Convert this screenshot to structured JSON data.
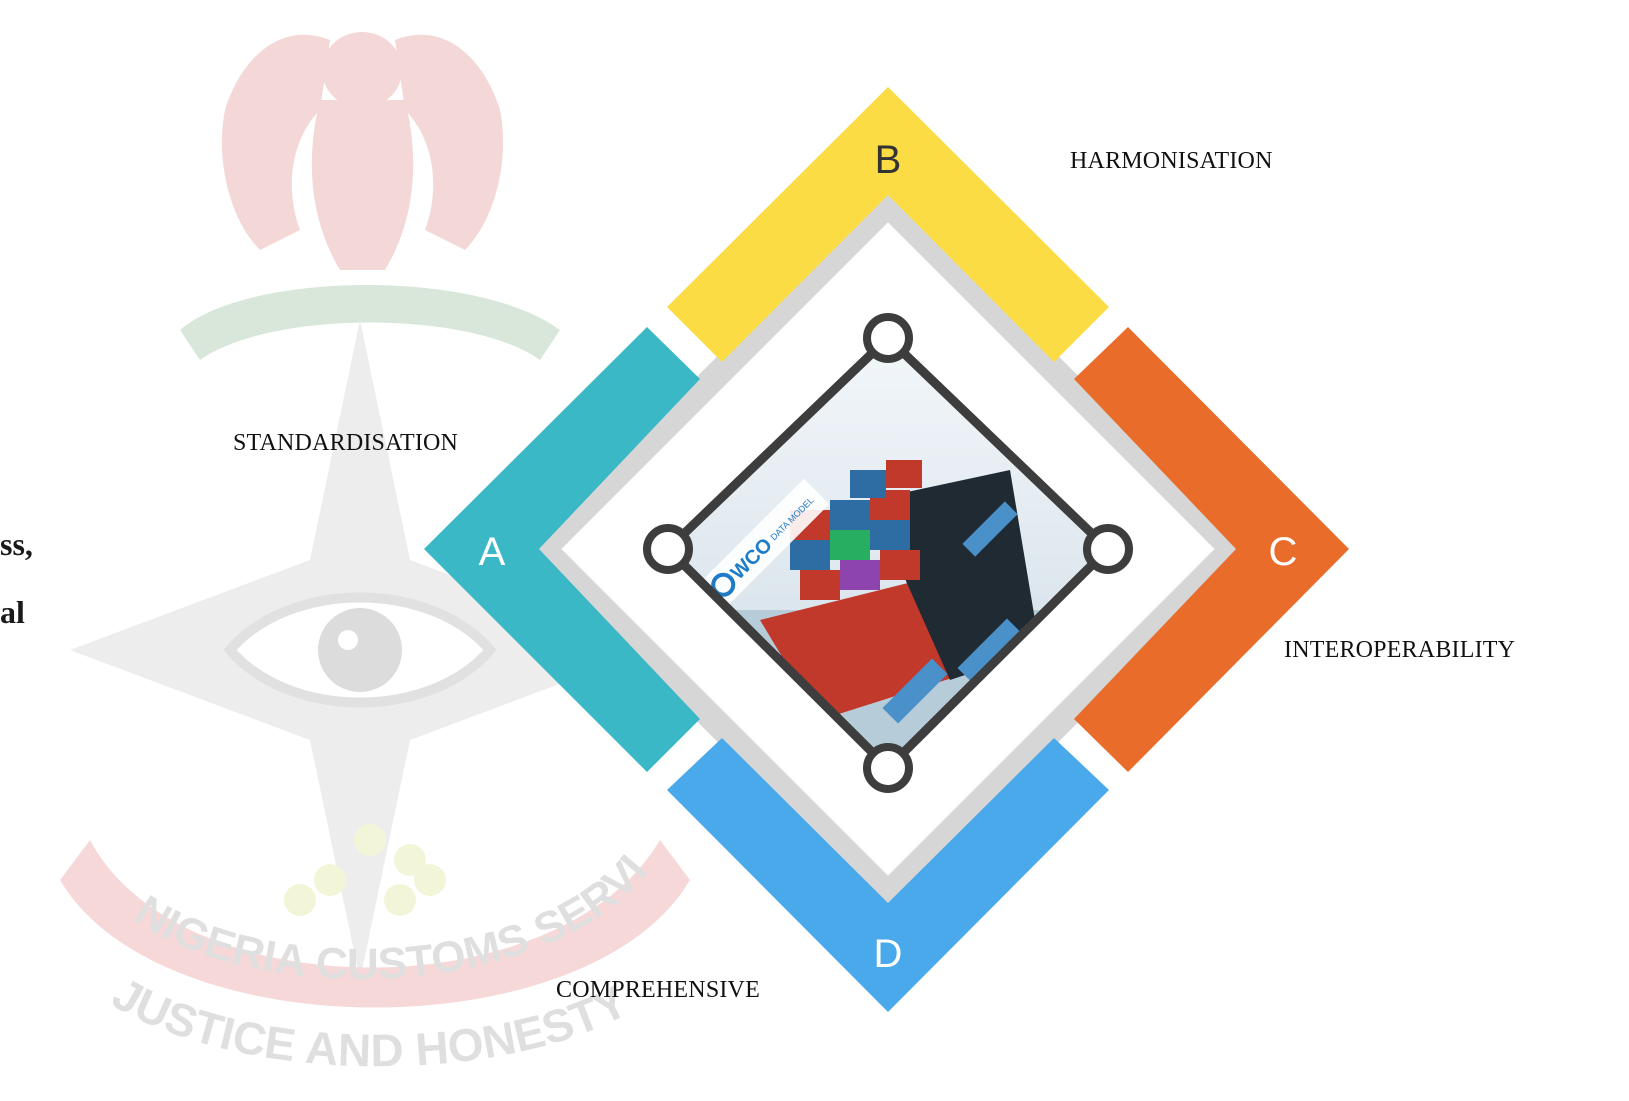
{
  "emblem": {
    "watermark_text_1": "NIGERIA CUSTOMS SERVICE",
    "watermark_text_2": "JUSTICE AND HONESTY"
  },
  "side_text": {
    "line1_fragment": "ss,",
    "line2_fragment": "al"
  },
  "diagram": {
    "segments": [
      {
        "letter": "A",
        "label": "STANDARDISATION",
        "color": "#3BB8C5"
      },
      {
        "letter": "B",
        "label": "HARMONISATION",
        "color": "#FCDC45"
      },
      {
        "letter": "C",
        "label": "INTEROPERABILITY",
        "color": "#E96C2A"
      },
      {
        "letter": "D",
        "label": "COMPREHENSIVE",
        "color": "#4AA9EA"
      }
    ],
    "center_image": {
      "logo_text": "WCO",
      "caption": "DATA MODEL"
    }
  }
}
